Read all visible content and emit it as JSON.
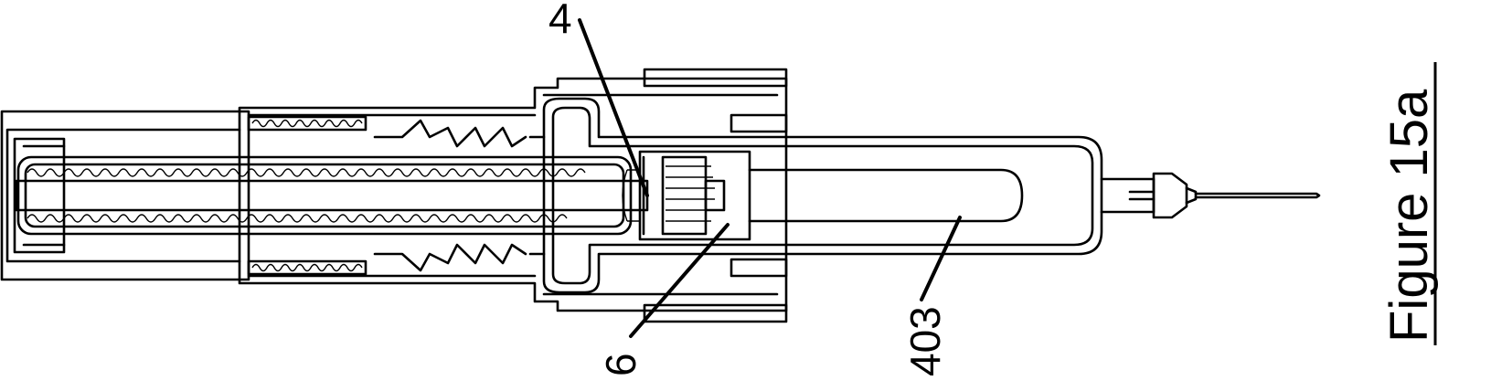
{
  "figure": {
    "caption": "Figure 15a"
  },
  "reference_numerals": [
    {
      "id": "ref-4",
      "text": "4"
    },
    {
      "id": "ref-6",
      "text": "6"
    },
    {
      "id": "ref-403",
      "text": "403"
    }
  ],
  "colors": {
    "line": "#000000",
    "background": "#ffffff"
  }
}
